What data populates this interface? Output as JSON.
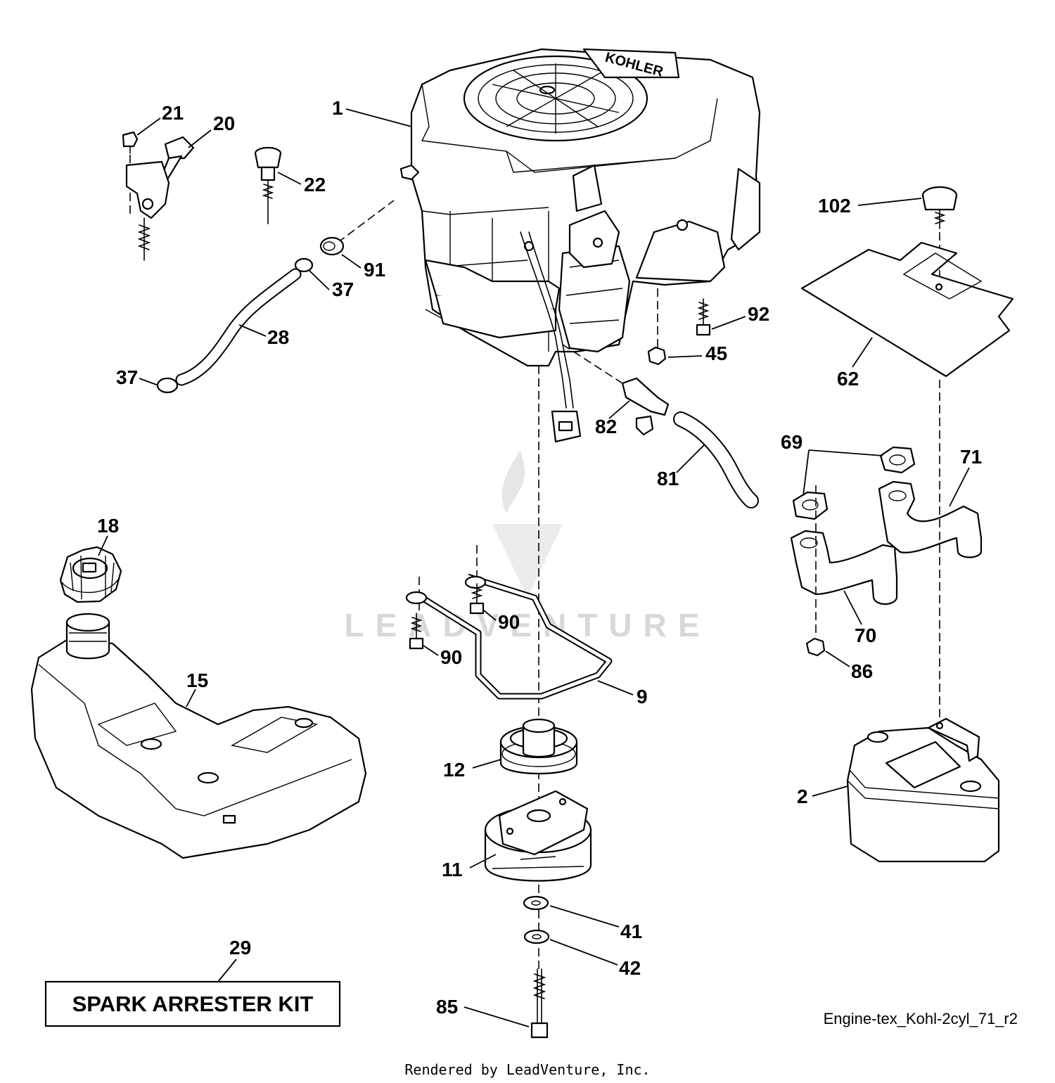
{
  "diagram": {
    "callouts": {
      "c1": "1",
      "c2": "2",
      "c9": "9",
      "c11": "11",
      "c12": "12",
      "c15": "15",
      "c18": "18",
      "c20": "20",
      "c21": "21",
      "c22": "22",
      "c28": "28",
      "c29": "29",
      "c37a": "37",
      "c37b": "37",
      "c41": "41",
      "c42": "42",
      "c45": "45",
      "c62": "62",
      "c69": "69",
      "c70": "70",
      "c71": "71",
      "c81": "81",
      "c82": "82",
      "c85": "85",
      "c86": "86",
      "c90a": "90",
      "c90b": "90",
      "c91": "91",
      "c92": "92",
      "c102": "102"
    },
    "spark_arrester_label": "SPARK ARRESTER KIT",
    "drawing_reference": "Engine-tex_Kohl-2cyl_71_r2",
    "rendered_by": "Rendered by LeadVenture, Inc.",
    "watermark": "LEADVENTURE",
    "engine_brand": "KOHLER"
  }
}
